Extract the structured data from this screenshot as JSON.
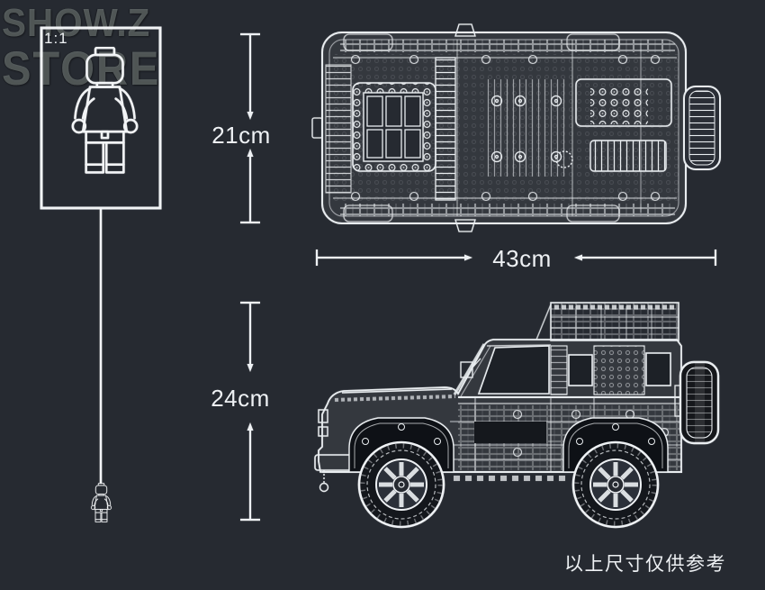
{
  "title_watermark": {
    "line1": "SHOW.Z",
    "line2": "STORE"
  },
  "scale_box": {
    "ratio_label": "1:1"
  },
  "dimensions": {
    "top_view_height": "21cm",
    "overall_length": "43cm",
    "side_view_height": "24cm"
  },
  "footer": {
    "disclaimer": "以上尺寸仅供参考"
  },
  "colors": {
    "background": "#262a31",
    "line_art": "#eef1f4",
    "watermark": "#8b938f",
    "dark_fill": "#101318"
  }
}
